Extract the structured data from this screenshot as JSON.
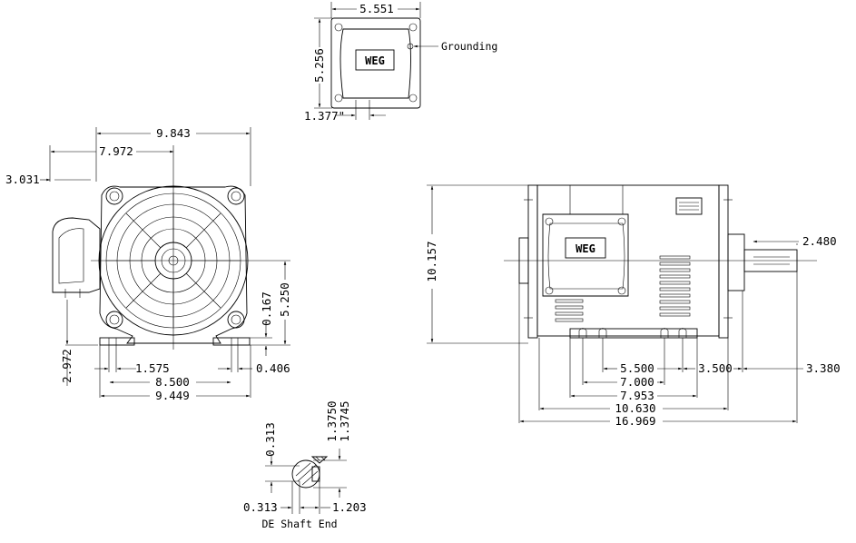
{
  "top_view": {
    "width": "5.551",
    "height": "5.256",
    "conduit": "1.377\"",
    "grounding": "Grounding",
    "logo": "WEG"
  },
  "front_view": {
    "overall_width": "9.843",
    "box_offset": "7.972",
    "box_depth": "3.031",
    "shaft_offset": "0.167",
    "shaft_height": "5.250",
    "box_drop": "2.972",
    "foot_hole": "1.575",
    "foot_slot": "0.406",
    "foot_span": "8.500",
    "base_width": "9.449"
  },
  "side_view": {
    "overall_height": "10.157",
    "shaft_dia": "2.480",
    "hole_spacing_a": "5.500",
    "shaft_to_hole": "3.500",
    "shaft_length": "3.380",
    "hole_spacing_b": "7.000",
    "base_length": "7.953",
    "frame_length": "10.630",
    "overall_length": "16.969",
    "logo": "WEG"
  },
  "shaft_end": {
    "key_width": "0.313",
    "key_depth": "0.313",
    "diameter_max": "1.3750",
    "diameter_min": "1.3745",
    "key_height": "1.203",
    "caption": "DE Shaft End"
  }
}
